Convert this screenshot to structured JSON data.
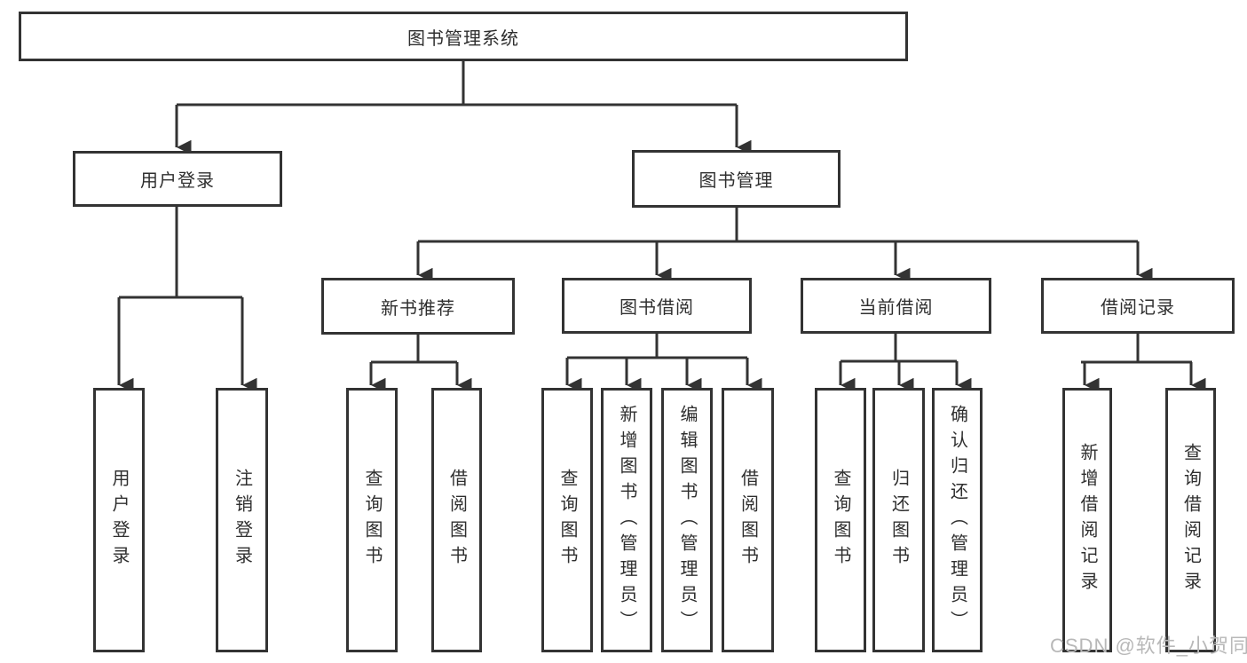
{
  "diagram_title": "图书管理系统",
  "tree": {
    "label": "图书管理系统",
    "children": [
      {
        "label": "用户登录",
        "children": [
          {
            "label": "用户登录"
          },
          {
            "label": "注销登录"
          }
        ]
      },
      {
        "label": "图书管理",
        "children": [
          {
            "label": "新书推荐",
            "children": [
              {
                "label": "查询图书"
              },
              {
                "label": "借阅图书"
              }
            ]
          },
          {
            "label": "图书借阅",
            "children": [
              {
                "label": "查询图书"
              },
              {
                "label": "新增图书（管理员）"
              },
              {
                "label": "编辑图书（管理员）"
              },
              {
                "label": "借阅图书"
              }
            ]
          },
          {
            "label": "当前借阅",
            "children": [
              {
                "label": "查询图书"
              },
              {
                "label": "归还图书"
              },
              {
                "label": "确认归还（管理员）"
              }
            ]
          },
          {
            "label": "借阅记录",
            "children": [
              {
                "label": "新增借阅记录"
              },
              {
                "label": "查询借阅记录"
              }
            ]
          }
        ]
      }
    ]
  },
  "watermark": {
    "text": "CSDN @软件_小贺同学"
  },
  "colors": {
    "line": "#333333",
    "text": "#2f2f2f",
    "box_background": "#ffffff",
    "page_background": "#ffffff",
    "watermark": "#b8b8b8"
  }
}
